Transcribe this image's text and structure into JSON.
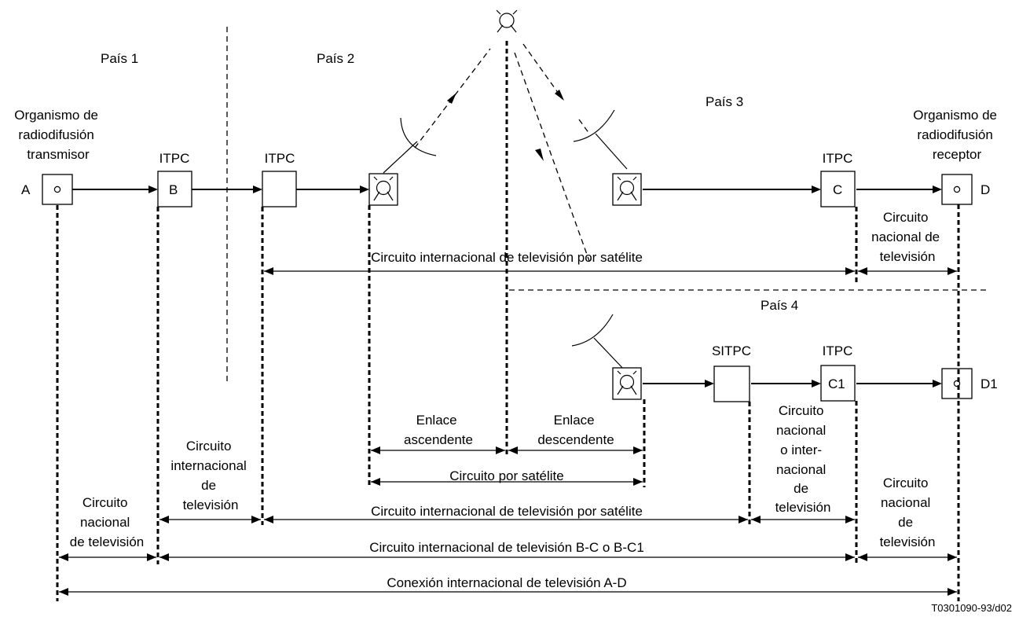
{
  "countries": {
    "c1": "País 1",
    "c2": "País 2",
    "c3": "País 3",
    "c4": "País 4"
  },
  "nodes": {
    "sender": [
      "Organismo de",
      "radiodifusión",
      "transmisor"
    ],
    "receiver": [
      "Organismo de",
      "radiodifusión",
      "receptor"
    ],
    "itpc_b": "ITPC",
    "itpc_2": "ITPC",
    "itpc_c": "ITPC",
    "itpc_c1": "ITPC",
    "sitpc": "SITPC",
    "point_a": "A",
    "point_b": "B",
    "point_c": "C",
    "point_c1": "C1",
    "point_d": "D",
    "point_d1": "D1"
  },
  "spans": {
    "intl_sat_upper": "Circuito internacional de televisión por satélite",
    "national_right_upper": [
      "Circuito",
      "nacional de",
      "televisión"
    ],
    "uplink": [
      "Enlace",
      "ascendente"
    ],
    "downlink": [
      "Enlace",
      "descendente"
    ],
    "sat_circuit": "Circuito por satélite",
    "intl_tv": [
      "Circuito",
      "internacional",
      "de",
      "televisión"
    ],
    "national_or_intl": [
      "Circuito",
      "nacional",
      "o inter-",
      "nacional",
      "de",
      "televisión"
    ],
    "national_left": [
      "Circuito",
      "nacional",
      "de televisión"
    ],
    "intl_sat_lower": "Circuito internacional de televisión por satélite",
    "national_right_lower": [
      "Circuito",
      "nacional",
      "de",
      "televisión"
    ],
    "intl_bc": "Circuito internacional de televisión B-C o B-C1",
    "connection_ad": "Conexión internacional de televisión A-D"
  },
  "figure_code": "T0301090-93/d02",
  "icons": [
    "satellite-icon",
    "earth-station-icon",
    "dish-antenna-icon",
    "terminal-icon"
  ]
}
